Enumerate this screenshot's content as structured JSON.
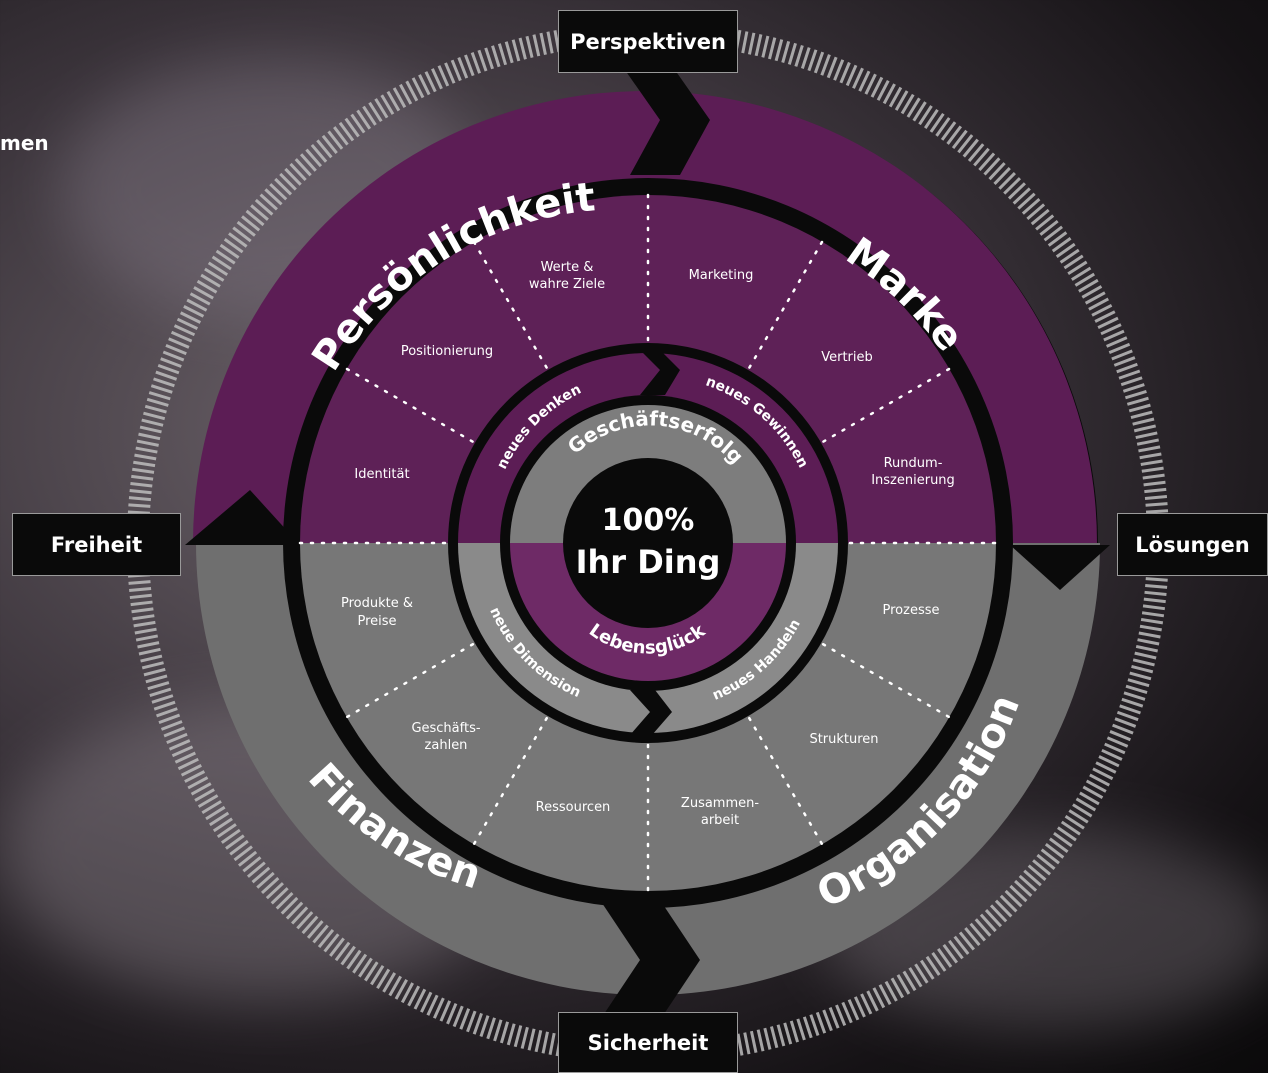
{
  "partial_text": "men",
  "compass": {
    "top": "Perspektiven",
    "bottom": "Sicherheit",
    "left": "Freiheit",
    "right": "Lösungen"
  },
  "outer_ring": {
    "personlichkeit": "Persönlichkeit",
    "marke": "Marke",
    "finanzen": "Finanzen",
    "organisation": "Organisation"
  },
  "segments": {
    "werte": [
      "Werte &",
      "wahre Ziele"
    ],
    "marketing": [
      "Marketing"
    ],
    "positionierung": [
      "Positionierung"
    ],
    "vertrieb": [
      "Vertrieb"
    ],
    "identitaet": [
      "Identität"
    ],
    "rundum": [
      "Rundum-",
      "Inszenierung"
    ],
    "produkte": [
      "Produkte &",
      "Preise"
    ],
    "prozesse": [
      "Prozesse"
    ],
    "geschaeftszahlen": [
      "Geschäfts-",
      "zahlen"
    ],
    "strukturen": [
      "Strukturen"
    ],
    "ressourcen": [
      "Ressourcen"
    ],
    "zusammenarbeit": [
      "Zusammen-",
      "arbeit"
    ]
  },
  "inner_ring": {
    "neues_denken": "neues Denken",
    "neues_gewinnen": "neues Gewinnen",
    "neue_dimension": "neue Dimension",
    "neues_handeln": "neues Handeln"
  },
  "core_ring": {
    "geschaeftserfolg": "Geschäftserfolg",
    "lebensglueck": "Lebensglück"
  },
  "center": {
    "line1": "100%",
    "line2": "Ihr Ding"
  },
  "colors": {
    "purple": "#5c1d55",
    "purple_light": "#6e2a66",
    "gray": "#6f6f6f",
    "gray_light": "#8a8a8a",
    "black": "#0a0a0a"
  }
}
